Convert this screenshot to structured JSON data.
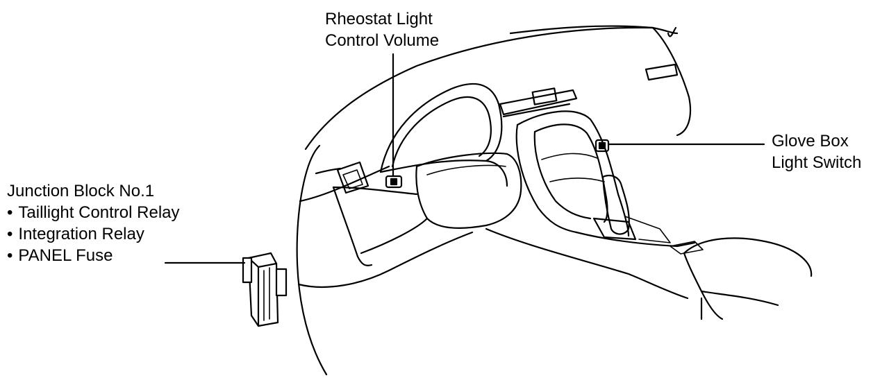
{
  "labels": {
    "rheostat": {
      "line1": "Rheostat Light",
      "line2": "Control Volume"
    },
    "glove_box": {
      "line1": "Glove Box",
      "line2": "Light Switch"
    },
    "junction_block": {
      "title": "Junction Block No.1",
      "items": [
        "Taillight Control Relay",
        "Integration Relay",
        "PANEL Fuse"
      ]
    }
  }
}
